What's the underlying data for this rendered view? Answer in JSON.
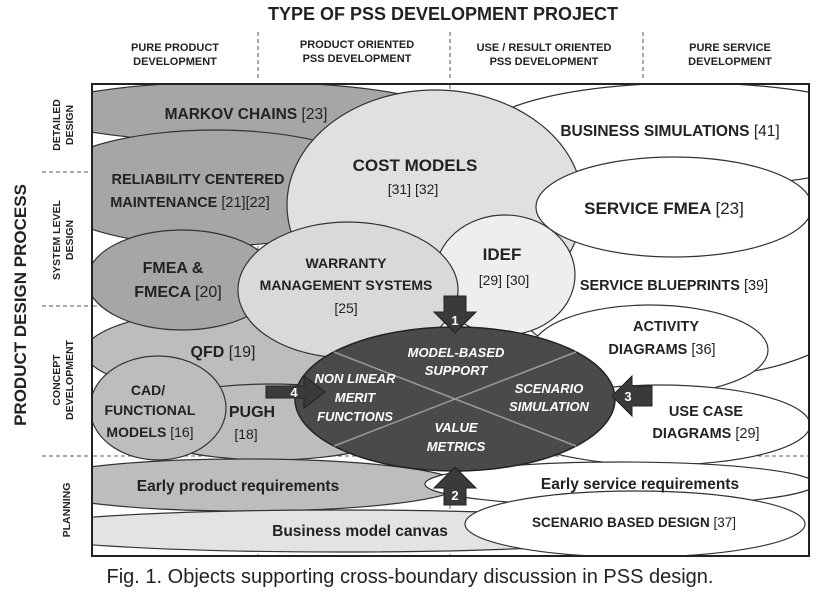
{
  "top_title": "TYPE OF PSS DEVELOPMENT PROJECT",
  "columns": [
    {
      "line1": "PURE PRODUCT",
      "line2": "DEVELOPMENT"
    },
    {
      "line1": "PRODUCT ORIENTED",
      "line2": "PSS DEVELOPMENT"
    },
    {
      "line1": "USE / RESULT ORIENTED",
      "line2": "PSS DEVELOPMENT"
    },
    {
      "line1": "PURE SERVICE",
      "line2": "DEVELOPMENT"
    }
  ],
  "side_title": "PRODUCT DESIGN PROCESS",
  "rows": [
    {
      "line1": "DETAILED",
      "line2": "DESIGN"
    },
    {
      "line1": "SYSTEM LEVEL",
      "line2": "DESIGN"
    },
    {
      "line1": "CONCEPT",
      "line2": "DEVELOPMENT"
    },
    {
      "line1": "PLANNING",
      "line2": ""
    }
  ],
  "objects": {
    "markov": {
      "label": "MARKOV CHAINS",
      "ref": "[23]"
    },
    "rcm": {
      "line1": "RELIABILITY CENTERED",
      "line2": "MAINTENANCE",
      "ref": "[21][22]"
    },
    "fmea": {
      "line1": "FMEA &",
      "line2": "FMECA",
      "ref": "[20]"
    },
    "qfd": {
      "label": "QFD",
      "ref": "[19]"
    },
    "cad": {
      "line1": "CAD/",
      "line2": "FUNCTIONAL",
      "line3": "MODELS",
      "ref": "[16]"
    },
    "pugh": {
      "label": "PUGH",
      "ref": "[18]"
    },
    "cost": {
      "label": "COST MODELS",
      "ref": "[31] [32]"
    },
    "warranty": {
      "line1": "WARRANTY",
      "line2": "MANAGEMENT SYSTEMS",
      "ref": "[25]"
    },
    "idef": {
      "label": "IDEF",
      "ref": "[29] [30]"
    },
    "business_sim": {
      "label": "BUSINESS SIMULATIONS",
      "ref": "[41]"
    },
    "service_fmea": {
      "label": "SERVICE FMEA",
      "ref": "[23]"
    },
    "blueprints": {
      "label": "SERVICE BLUEPRINTS",
      "ref": "[39]"
    },
    "activity": {
      "line1": "ACTIVITY",
      "line2": "DIAGRAMS",
      "ref": "[36]"
    },
    "usecase": {
      "line1": "USE CASE",
      "line2": "DIAGRAMS",
      "ref": "[29]"
    },
    "early_product": {
      "label": "Early product requirements"
    },
    "early_service": {
      "label": "Early service requirements"
    },
    "bmc": {
      "label": "Business model canvas"
    },
    "scenario_design": {
      "label": "SCENARIO BASED DESIGN",
      "ref": "[37]"
    }
  },
  "wheel": {
    "top": {
      "line1": "MODEL-BASED",
      "line2": "SUPPORT"
    },
    "left": {
      "line1": "NON LINEAR",
      "line2": "MERIT",
      "line3": "FUNCTIONS"
    },
    "right": {
      "line1": "SCENARIO",
      "line2": "SIMULATION"
    },
    "bottom": {
      "line1": "VALUE",
      "line2": "METRICS"
    }
  },
  "arrows": [
    "1",
    "2",
    "3",
    "4"
  ],
  "caption": "Fig. 1. Objects supporting cross-boundary discussion in PSS design."
}
